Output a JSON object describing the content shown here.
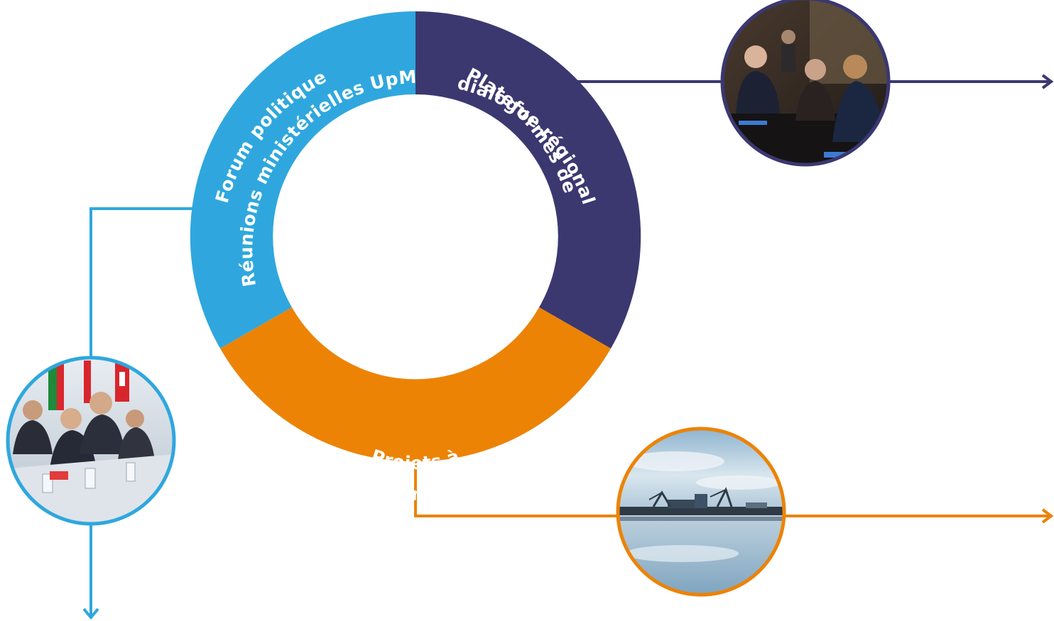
{
  "segments": {
    "forum": {
      "line1": "Forum politique",
      "line2": "Réunions ministérielles UpM",
      "color": "#2fa7de"
    },
    "plateformes": {
      "line1": "Plateformes de",
      "line2": "dialogue régional",
      "color": "#3b3870"
    },
    "projets": {
      "line1": "Projets à",
      "line2": "impact régional",
      "color": "#ec8305"
    }
  },
  "photos": {
    "meeting": "photo of ministerial meeting with flags",
    "dialogue": "photo of young people in dialogue around a table",
    "port": "photo of a port with cranes reflected in calm water"
  },
  "colors": {
    "background": "#ffffff",
    "connector_blue": "#2fa7de",
    "connector_navy": "#3b3870",
    "connector_orange": "#ec8305"
  }
}
